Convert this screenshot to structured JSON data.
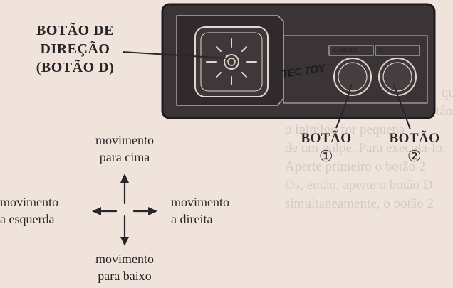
{
  "labels": {
    "direction": [
      "BOTÃO DE",
      "DIREÇÃO",
      "(BOTÃO D)"
    ],
    "button1": "BOTÃO",
    "button1_num": "①",
    "button2": "BOTÃO",
    "button2_num": "②"
  },
  "controller": {
    "logo": "TEC TOY",
    "slot1": "1- INICIO",
    "slot2": "2-"
  },
  "movements": {
    "up": [
      "movimento",
      "para cima"
    ],
    "left": [
      "movimento",
      "a esquerda"
    ],
    "right": [
      "movimento",
      "a direita"
    ],
    "down": [
      "movimento",
      "para baixo"
    ]
  },
  "colors": {
    "ink": "#2a2628",
    "paper": "#efe3dc"
  }
}
